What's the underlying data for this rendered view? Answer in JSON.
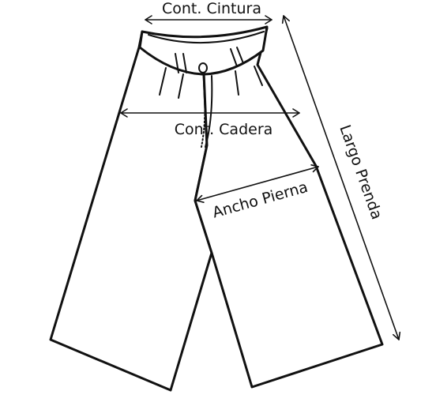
{
  "labels": {
    "waist": "Cont. Cintura",
    "hip": "Cont. Cadera",
    "leg_width": "Ancho Pierna",
    "length": "Largo Prenda"
  }
}
